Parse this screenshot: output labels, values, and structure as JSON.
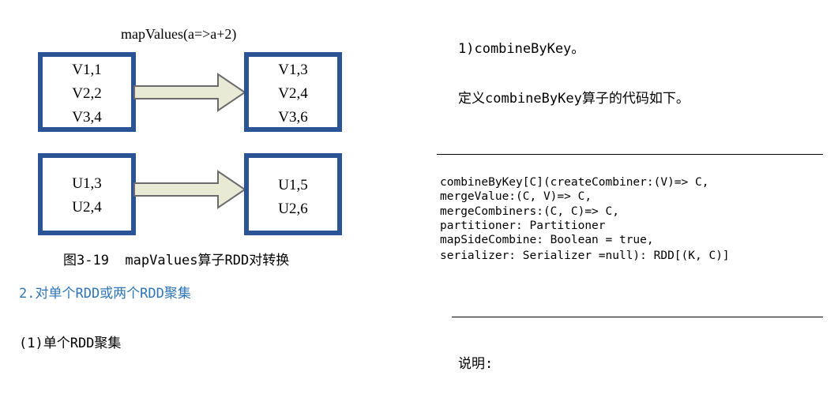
{
  "figure": {
    "title": "mapValues(a=>a+2)",
    "rows": [
      {
        "source": [
          "V1,1",
          "V2,2",
          "V3,4"
        ],
        "target": [
          "V1,3",
          "V2,4",
          "V3,6"
        ]
      },
      {
        "source": [
          "U1,3",
          "U2,4"
        ],
        "target": [
          "U1,5",
          "U2,6"
        ]
      }
    ],
    "caption": "图3-19  mapValues算子RDD对转换",
    "colors": {
      "box_border": "#2b5496",
      "arrow_fill": "#e8ead6",
      "arrow_stroke": "#6b6b6b"
    }
  },
  "left": {
    "section_heading": "2.对单个RDD或两个RDD聚集",
    "subsection": "(1)单个RDD聚集",
    "heading_color": "#2e75b6"
  },
  "right": {
    "item_title": "1)combineByKey。",
    "intro": "定义combineByKey算子的代码如下。",
    "code": [
      "combineByKey[C](createCombiner:(V)=> C,",
      "mergeValue:(C, V)=> C,",
      "mergeCombiners:(C, C)=> C,",
      "partitioner: Partitioner",
      "mapSideCombine: Boolean = true,",
      "serializer: Serializer =null): RDD[(K, C)]"
    ],
    "note": "说明:"
  }
}
